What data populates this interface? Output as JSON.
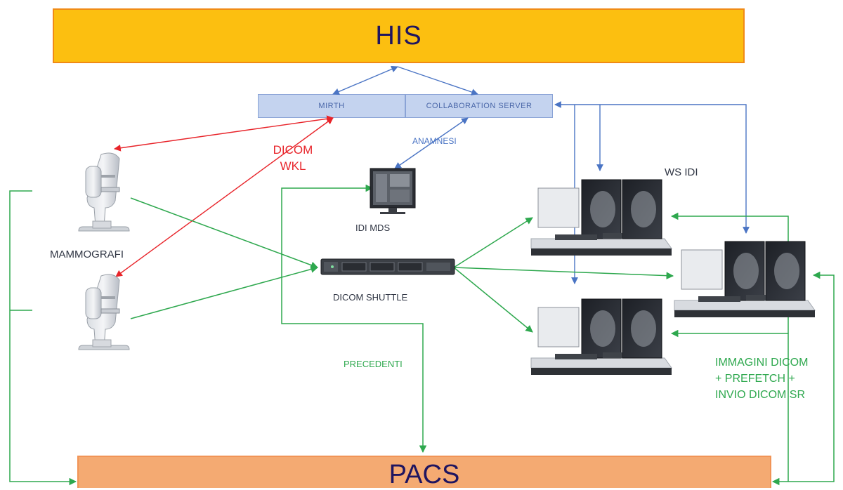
{
  "his": {
    "label": "HIS"
  },
  "pacs": {
    "label": "PACS"
  },
  "mirth": {
    "label": "MIRTH"
  },
  "collaboration_server": {
    "label": "COLLABORATION SERVER"
  },
  "labels": {
    "dicom_wkl_line1": "DICOM",
    "dicom_wkl_line2": "WKL",
    "anamnesi": "ANAMNESI",
    "idi_mds": "IDI MDS",
    "ws_idi": "WS IDI",
    "mammografi": "MAMMOGRAFI",
    "dicom_shuttle": "DICOM SHUTTLE",
    "precedenti": "PRECEDENTI",
    "immagini_line1": "IMMAGINI DICOM",
    "immagini_line2": "+ PREFETCH +",
    "immagini_line3": "INVIO DICOM SR"
  },
  "colors": {
    "his_fill": "#fcbf10",
    "pacs_fill": "#f4aa72",
    "server_fill": "#c4d3ef",
    "hl7_arrow": "#4a74c4",
    "worklist_arrow": "#e8242a",
    "image_arrow": "#2ea84e"
  },
  "icons": {
    "mammography_unit": "mammography-unit-icon",
    "workstation": "radiology-workstation-icon",
    "rack_server": "rack-server-icon",
    "monitor": "monitor-icon"
  }
}
